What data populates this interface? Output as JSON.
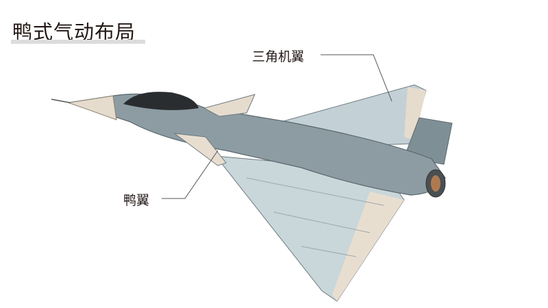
{
  "title": "鸭式气动布局",
  "labels": {
    "delta_wing": "三角机翼",
    "canard": "鸭翼"
  },
  "colors": {
    "fuselage": "#8d9ca3",
    "wing": "#c9d6da",
    "wing_edge": "#e8ded0",
    "canopy": "#2a2d30"
  }
}
